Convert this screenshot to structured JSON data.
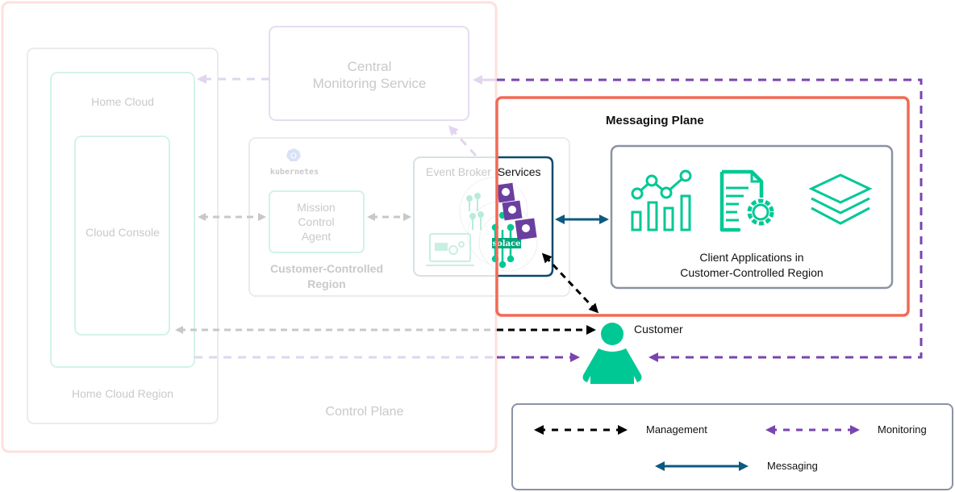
{
  "control_plane": {
    "label": "Control Plane",
    "central_monitoring": [
      "Central",
      "Monitoring Service"
    ],
    "home_cloud_region": {
      "label": "Home Cloud Region",
      "home_cloud": "Home Cloud",
      "cloud_console": "Cloud Console"
    },
    "customer_region": {
      "logo_text": "kubernetes",
      "mission_control_agent": [
        "Mission",
        "Control",
        "Agent"
      ],
      "label": [
        "Customer-Controlled",
        "Region"
      ]
    },
    "event_broker": {
      "label_faded": "Event Broker",
      "label_dark": "Services",
      "badge": "solace"
    }
  },
  "messaging_plane": {
    "title": "Messaging Plane",
    "client_apps": [
      "Client Applications in",
      "Customer-Controlled Region"
    ],
    "icons": [
      "analytics-chart-icon",
      "document-gear-icon",
      "layers-icon"
    ]
  },
  "customer": {
    "label": "Customer"
  },
  "legend": {
    "management": "Management",
    "monitoring": "Monitoring",
    "messaging": "Messaging"
  },
  "colors": {
    "control_plane_border": "#fbd9d3",
    "messaging_plane_border": "#f26a55",
    "teal": "#00c895",
    "messaging_blue": "#0b5a80",
    "monitoring_purple": "#7a44b0",
    "management_black": "#000000"
  }
}
